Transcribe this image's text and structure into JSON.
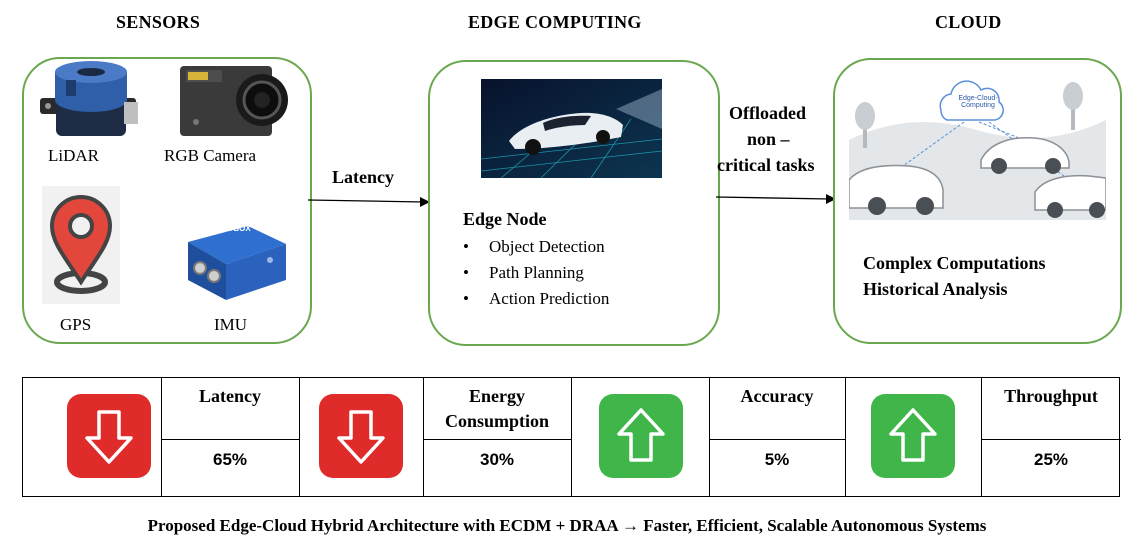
{
  "headings": {
    "sensors": "SENSORS",
    "edge": "EDGE COMPUTING",
    "cloud": "CLOUD"
  },
  "sensors": {
    "lidar": "LiDAR",
    "camera": "RGB Camera",
    "gps": "GPS",
    "imu": "IMU",
    "imu_brand": "VBOX"
  },
  "edge": {
    "node_title": "Edge Node",
    "tasks": [
      "Object Detection",
      "Path Planning",
      "Action Prediction"
    ]
  },
  "cloud": {
    "bubble": "Edge-Cloud-Computing",
    "line1": "Complex Computations",
    "line2": "Historical Analysis"
  },
  "connectors": {
    "latency": "Latency",
    "offload_1": "Offloaded",
    "offload_2": "non –",
    "offload_3": "critical tasks"
  },
  "metrics": [
    {
      "name": "Latency",
      "value": "65%",
      "direction": "down",
      "color": "#e02b2b"
    },
    {
      "name_1": "Energy",
      "name_2": "Consumption",
      "value": "30%",
      "direction": "down",
      "color": "#e02b2b"
    },
    {
      "name": "Accuracy",
      "value": "5%",
      "direction": "up",
      "color": "#3fb54a"
    },
    {
      "name": "Throughput",
      "value": "25%",
      "direction": "up",
      "color": "#3fb54a"
    }
  ],
  "footer": "Proposed Edge-Cloud Hybrid Architecture with ECDM + DRAA → Faster, Efficient, Scalable Autonomous Systems"
}
